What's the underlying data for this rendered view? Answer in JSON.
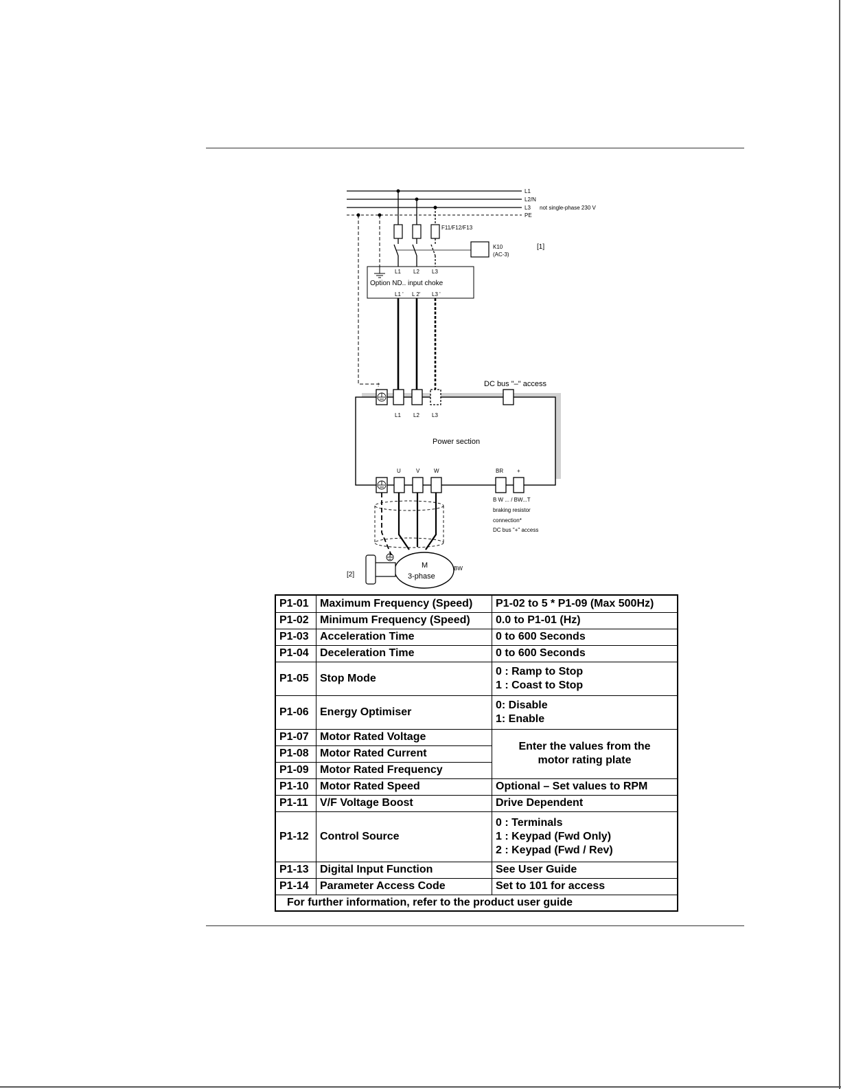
{
  "diagram": {
    "supply_lines": [
      "L1",
      "L2/N",
      "L3",
      "PE"
    ],
    "l3_note": "not single-phase 230 V",
    "fuses_label": "F11/F12/F13",
    "contactor_label": "K10",
    "contactor_sub": "(AC-3)",
    "note_1": "[1]",
    "note_2": "[2]",
    "choke": {
      "inputs": [
        "L1",
        "L2",
        "L3"
      ],
      "label": "Option ND.. input choke",
      "outputs": [
        "L1 '",
        "L 2'",
        "L3 '"
      ]
    },
    "dc_bus_minus": "DC bus \"–\" access",
    "power_inputs": [
      "L1",
      "L2",
      "L3"
    ],
    "power_section": "Power section",
    "outputs": [
      "U",
      "V",
      "W"
    ],
    "brake_terminals": [
      "BR",
      "+"
    ],
    "brake_notes": [
      "B W ... / BW...T",
      "braking resistor",
      "connection*",
      "DC bus \"+\" access"
    ],
    "motor_label": "M",
    "motor_sub": "3-phase",
    "bw_label": "BW"
  },
  "table": {
    "rows": [
      {
        "code": "P1-01",
        "name": "Maximum Frequency (Speed)",
        "value": "P1-02 to 5 * P1-09 (Max 500Hz)"
      },
      {
        "code": "P1-02",
        "name": "Minimum Frequency (Speed)",
        "value": "0.0 to P1-01 (Hz)"
      },
      {
        "code": "P1-03",
        "name": "Acceleration Time",
        "value": "0 to 600 Seconds"
      },
      {
        "code": "P1-04",
        "name": "Deceleration Time",
        "value": "0 to 600 Seconds"
      },
      {
        "code": "P1-05",
        "name": "Stop Mode",
        "value": "0 : Ramp to Stop\n1 : Coast to Stop"
      },
      {
        "code": "P1-06",
        "name": "Energy Optimiser",
        "value": "0: Disable\n1: Enable"
      },
      {
        "code": "P1-07",
        "name": "Motor Rated Voltage",
        "value": "Enter the values from the\nmotor rating plate"
      },
      {
        "code": "P1-08",
        "name": "Motor Rated Current"
      },
      {
        "code": "P1-09",
        "name": "Motor Rated Frequency"
      },
      {
        "code": "P1-10",
        "name": "Motor Rated Speed",
        "value": "Optional – Set values to RPM"
      },
      {
        "code": "P1-11",
        "name": "V/F Voltage Boost",
        "value": "Drive Dependent"
      },
      {
        "code": "P1-12",
        "name": "Control Source",
        "value": "0 : Terminals\n1 : Keypad (Fwd Only)\n2 : Keypad (Fwd / Rev)"
      },
      {
        "code": "P1-13",
        "name": "Digital Input Function",
        "value": "See User Guide"
      },
      {
        "code": "P1-14",
        "name": "Parameter Access Code",
        "value": "Set to 101 for access"
      }
    ],
    "footer": "For further information, refer to the product user guide"
  }
}
